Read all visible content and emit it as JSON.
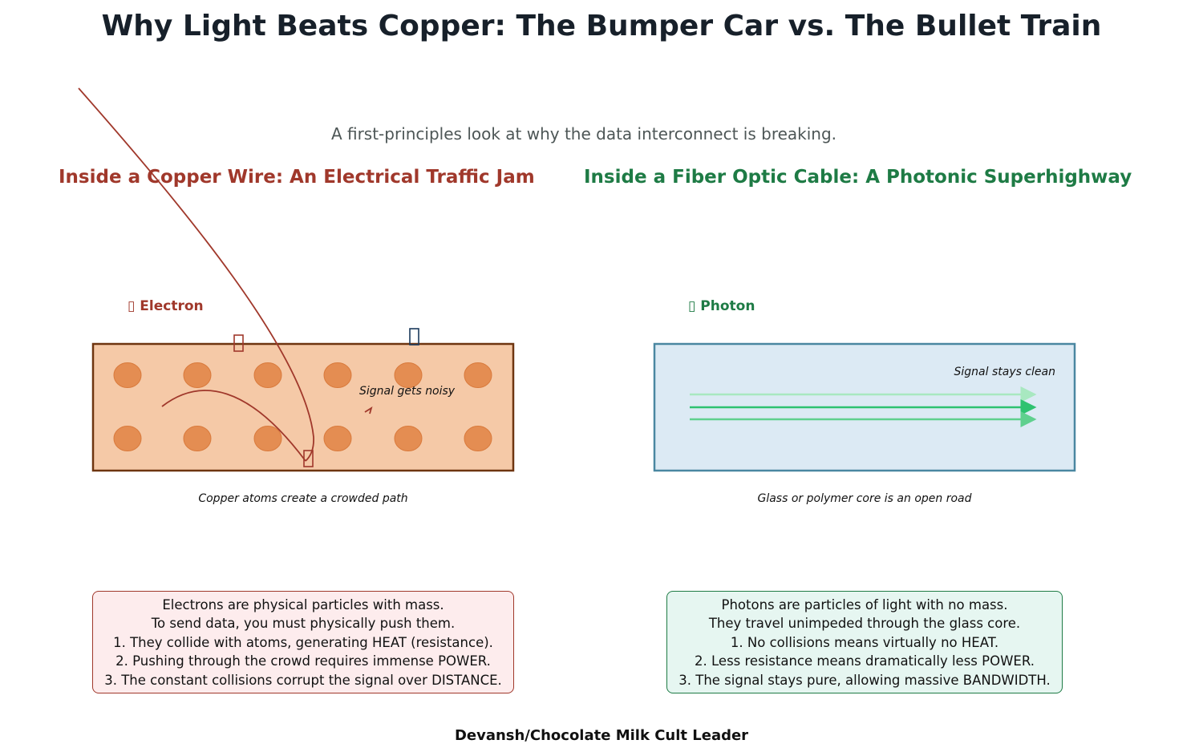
{
  "title": "Why Light Beats Copper: The Bumper Car vs. The Bullet Train",
  "subtitle": "A first-principles look at why the data interconnect is breaking.",
  "copper": {
    "heading": "Inside a Copper Wire: An Electrical Traffic Jam",
    "particle_label": "▯ Electron",
    "noise_label": "Signal gets noisy",
    "caption": "Copper atoms create a crowded path",
    "box_lines": [
      "Electrons are physical particles with mass.",
      "To send data, you must physically push them.",
      "1. They collide with atoms, generating HEAT (resistance).",
      "2. Pushing through the crowd requires immense POWER.",
      "3. The constant collisions corrupt the signal over DISTANCE."
    ],
    "colors": {
      "accent": "#a0382b",
      "wire_fill": "#f5c9a7",
      "wire_border": "#6e3510",
      "atom": "#e48d52"
    }
  },
  "fiber": {
    "heading": "Inside a Fiber Optic Cable: A Photonic Superhighway",
    "particle_label": "▯ Photon",
    "clean_label": "Signal stays clean",
    "caption": "Glass or polymer core is an open road",
    "box_lines": [
      "Photons are particles of light with no mass.",
      "They travel unimpeded through the glass core.",
      "1. No collisions means virtually no HEAT.",
      "2. Less resistance means dramatically less POWER.",
      "3. The signal stays pure, allowing massive BANDWIDTH."
    ],
    "colors": {
      "accent": "#1e7b45",
      "core_fill": "#dceaf4",
      "core_border": "#4a87a1",
      "beam": "#2ec270"
    }
  },
  "footer": "Devansh/Chocolate Milk Cult Leader"
}
